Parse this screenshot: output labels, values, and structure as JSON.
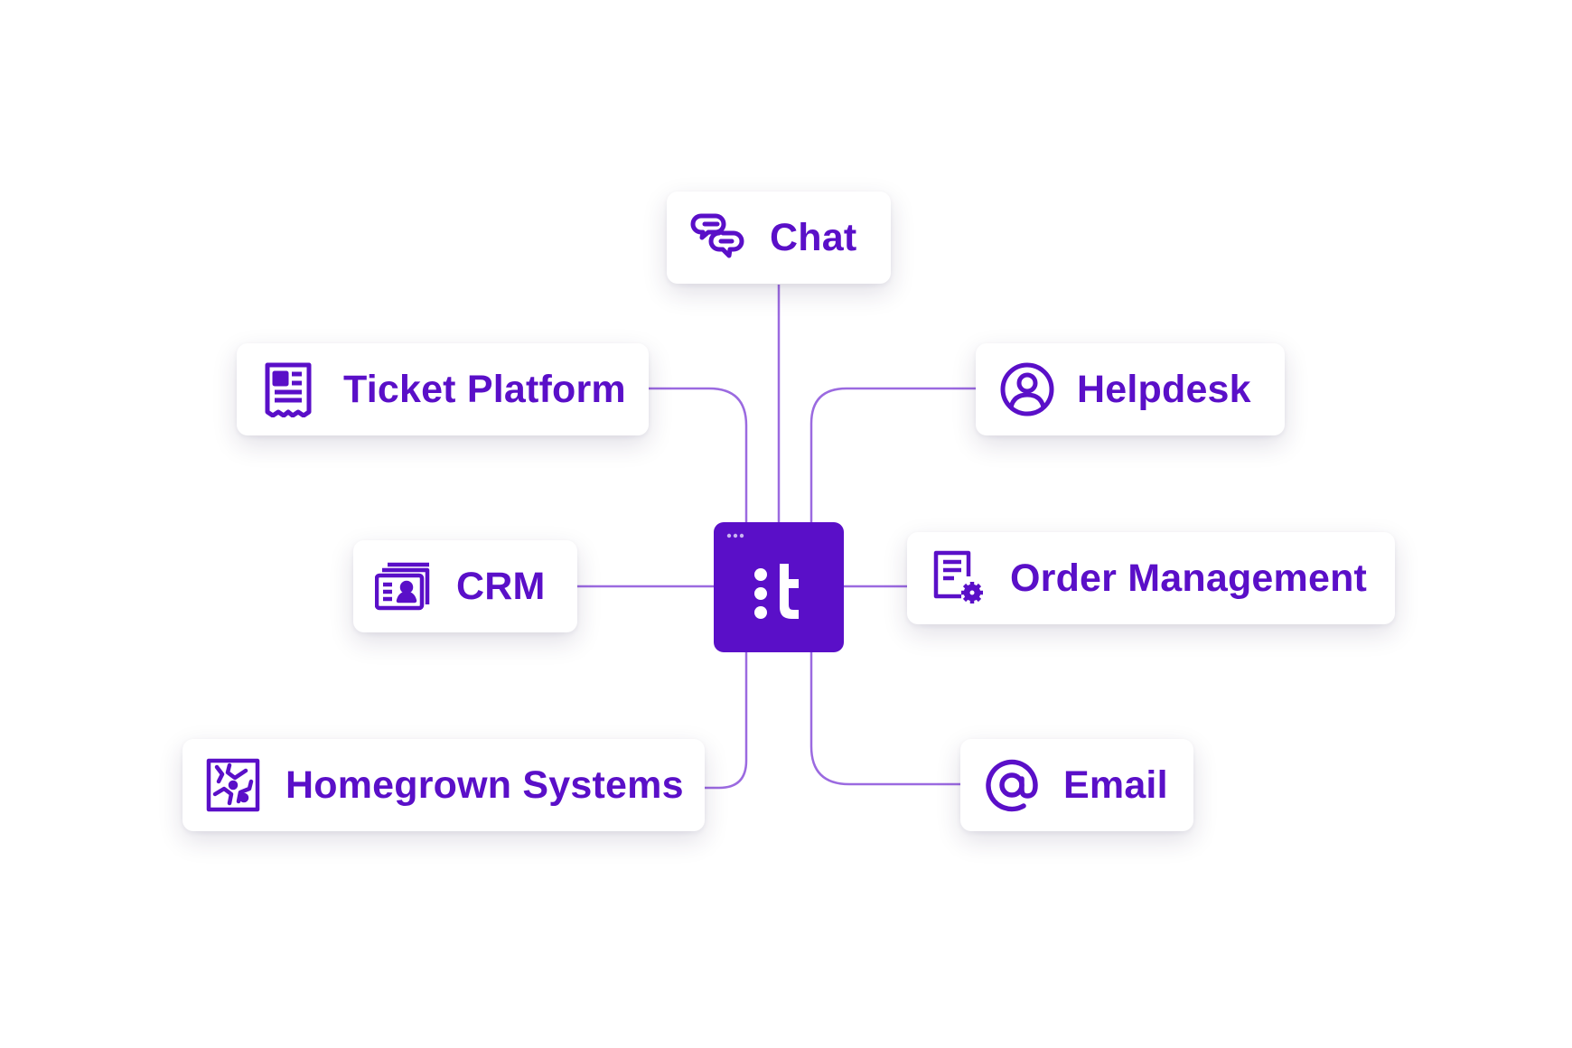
{
  "colors": {
    "accent": "#5a0fc8",
    "connector": "#9b6ae0",
    "card_background": "#ffffff",
    "page_background": "#ffffff"
  },
  "hub": {
    "logo": "t-logo-with-colon",
    "window_dots_icon": "three-dots-icon"
  },
  "nodes": {
    "chat": {
      "label": "Chat",
      "icon": "chat-bubbles-icon"
    },
    "ticket_platform": {
      "label": "Ticket Platform",
      "icon": "receipt-icon"
    },
    "helpdesk": {
      "label": "Helpdesk",
      "icon": "user-circle-icon"
    },
    "crm": {
      "label": "CRM",
      "icon": "contact-cards-icon"
    },
    "order_management": {
      "label": "Order Management",
      "icon": "document-gear-icon"
    },
    "homegrown_systems": {
      "label": "Homegrown Systems",
      "icon": "circuit-board-icon"
    },
    "email": {
      "label": "Email",
      "icon": "at-sign-icon"
    }
  }
}
